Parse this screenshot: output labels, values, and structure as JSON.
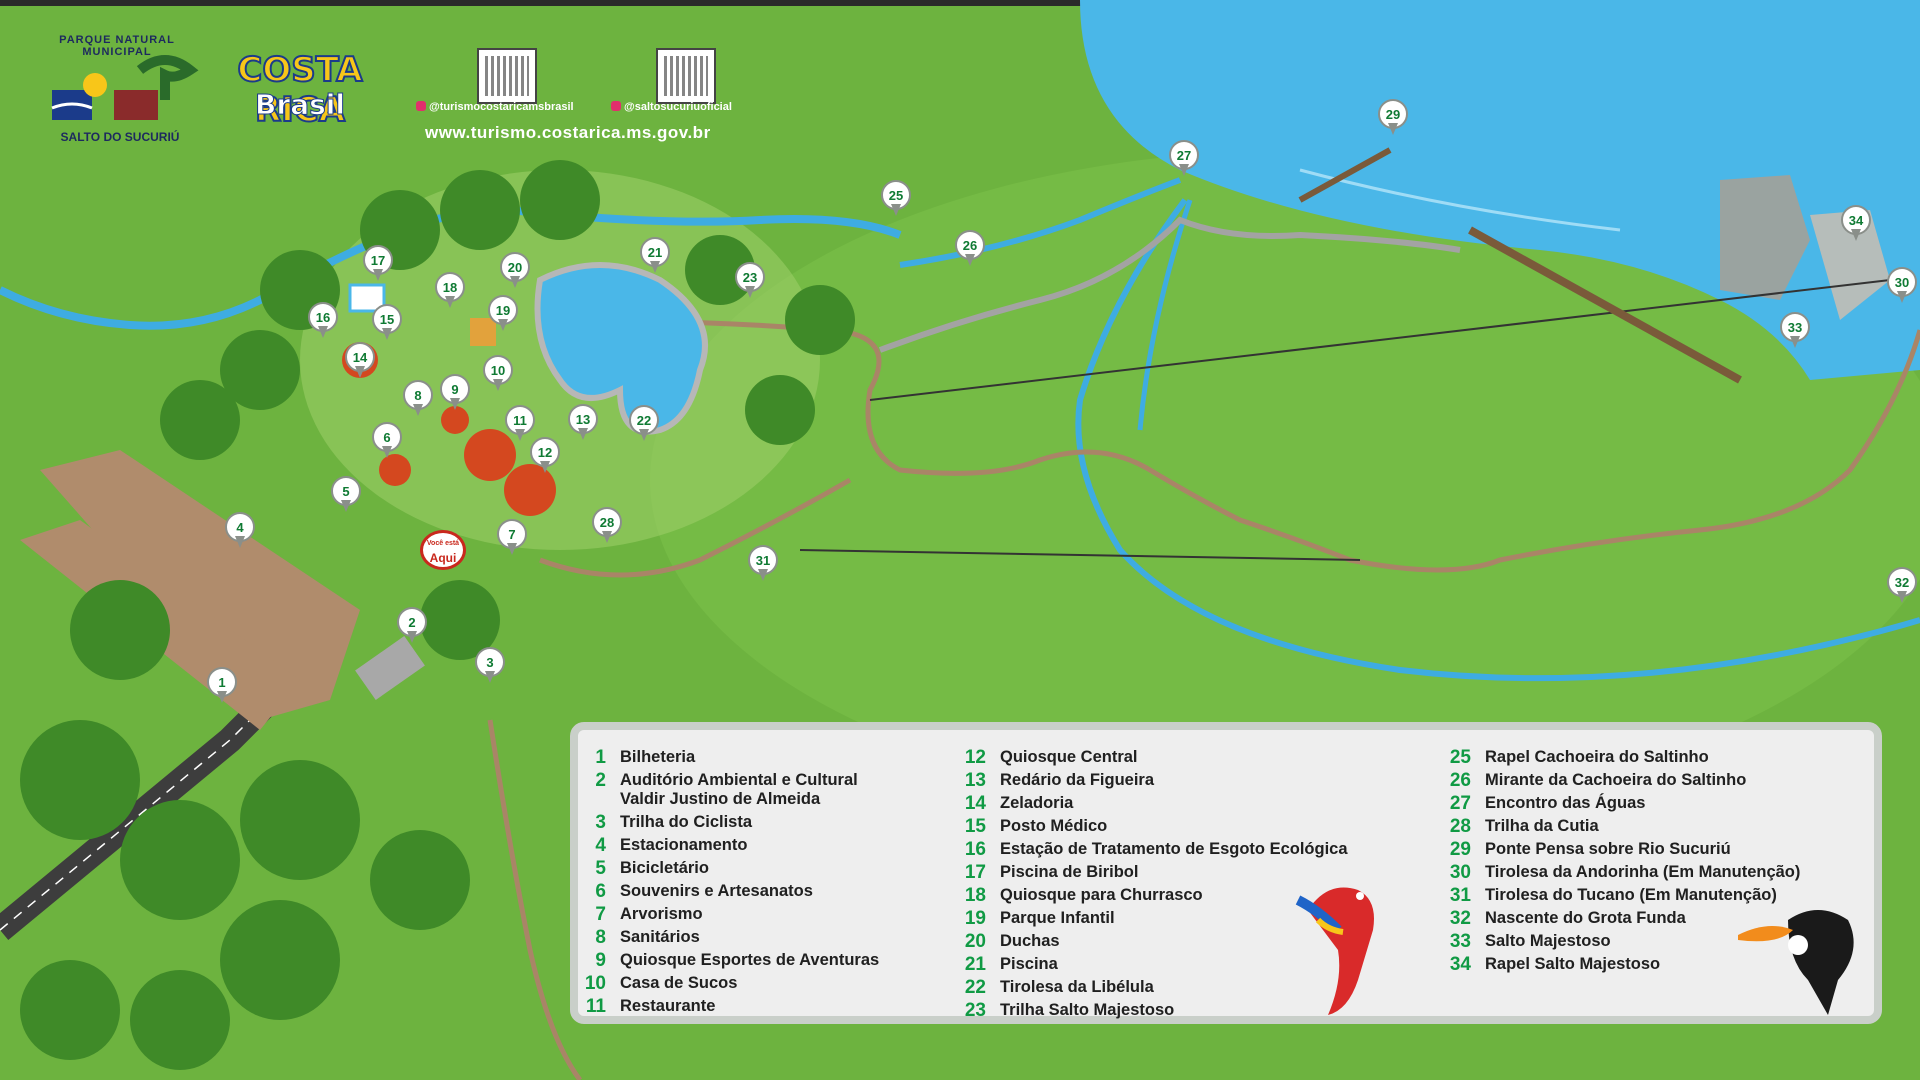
{
  "branding": {
    "park_ring_text": "PARQUE NATURAL MUNICIPAL",
    "park_name": "SALTO DO SUCURIÚ",
    "city_logo_line1": "COSTA RICA",
    "city_logo_line2": "Brasil",
    "social_1": "@turismocostaricamsbrasil",
    "social_2": "@saltosucuriuoficial",
    "website": "www.turismo.costarica.ms.gov.br"
  },
  "you_are_here": {
    "line1": "Você está",
    "line2": "Aqui"
  },
  "colors": {
    "grass": "#6db33f",
    "water": "#4ab7e8",
    "path": "#a98567",
    "road": "#3d3d3d",
    "legend_number": "#109a44"
  },
  "markers": [
    "1",
    "2",
    "3",
    "4",
    "5",
    "6",
    "7",
    "8",
    "9",
    "10",
    "11",
    "12",
    "13",
    "14",
    "15",
    "16",
    "17",
    "18",
    "19",
    "20",
    "21",
    "22",
    "23",
    "25",
    "26",
    "27",
    "28",
    "29",
    "30",
    "31",
    "32",
    "33",
    "34"
  ],
  "legend": {
    "col1": [
      {
        "num": "1",
        "label": "Bilheteria"
      },
      {
        "num": "2",
        "label": "Auditório Ambiental e Cultural\n Valdir Justino de Almeida"
      },
      {
        "num": "3",
        "label": "Trilha do Ciclista"
      },
      {
        "num": "4",
        "label": "Estacionamento"
      },
      {
        "num": "5",
        "label": "Bicicletário"
      },
      {
        "num": "6",
        "label": "Souvenirs  e Artesanatos"
      },
      {
        "num": "7",
        "label": "Arvorismo"
      },
      {
        "num": "8",
        "label": "Sanitários"
      },
      {
        "num": "9",
        "label": "Quiosque Esportes de Aventuras"
      },
      {
        "num": "10",
        "label": "Casa de Sucos"
      },
      {
        "num": "11",
        "label": "Restaurante"
      }
    ],
    "col2": [
      {
        "num": "12",
        "label": "Quiosque Central"
      },
      {
        "num": "13",
        "label": "Redário da Figueira"
      },
      {
        "num": "14",
        "label": "Zeladoria"
      },
      {
        "num": "15",
        "label": "Posto Médico"
      },
      {
        "num": "16",
        "label": "Estação de Tratamento de Esgoto Ecológica"
      },
      {
        "num": "17",
        "label": "Piscina de Biribol"
      },
      {
        "num": "18",
        "label": "Quiosque para Churrasco"
      },
      {
        "num": "19",
        "label": "Parque Infantil"
      },
      {
        "num": "20",
        "label": "Duchas"
      },
      {
        "num": "21",
        "label": "Piscina"
      },
      {
        "num": "22",
        "label": "Tirolesa da Libélula"
      },
      {
        "num": "23",
        "label": "Trilha Salto Majestoso"
      }
    ],
    "col3": [
      {
        "num": "25",
        "label": "Rapel  Cachoeira do Saltinho"
      },
      {
        "num": "26",
        "label": "Mirante da Cachoeira do Saltinho"
      },
      {
        "num": "27",
        "label": "Encontro das Águas"
      },
      {
        "num": "28",
        "label": "Trilha da Cutia"
      },
      {
        "num": "29",
        "label": "Ponte Pensa sobre Rio Sucuriú"
      },
      {
        "num": "30",
        "label": "Tirolesa da Andorinha (Em Manutenção)"
      },
      {
        "num": "31",
        "label": "Tirolesa do Tucano (Em Manutenção)"
      },
      {
        "num": "32",
        "label": "Nascente do Grota Funda"
      },
      {
        "num": "33",
        "label": "Salto Majestoso"
      },
      {
        "num": "34",
        "label": "Rapel Salto Majestoso"
      }
    ]
  }
}
